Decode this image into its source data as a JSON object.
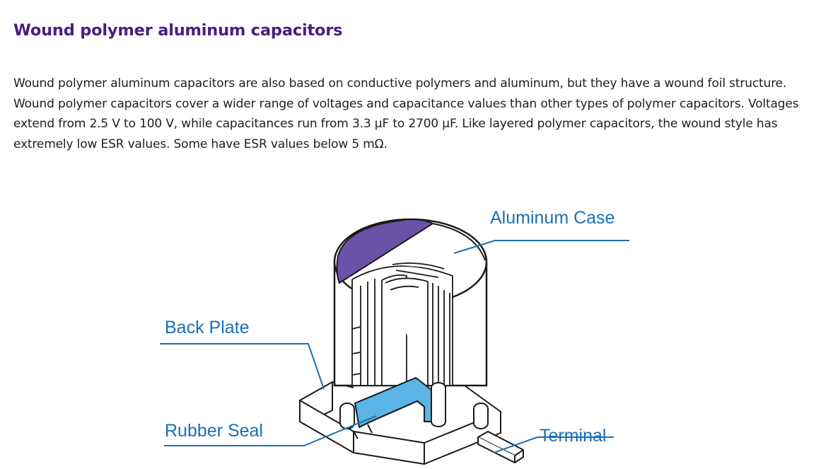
{
  "article": {
    "heading": "Wound polymer aluminum capacitors",
    "paragraph": "Wound polymer aluminum capacitors are also based on conductive polymers and aluminum, but they have a wound foil structure. Wound polymer capacitors cover a wider range of voltages and capacitance values than other types of polymer capacitors. Voltages extend from 2.5 V to 100 V, while capacitances run from 3.3 µF to 2700 µF. Like layered polymer capacitors, the wound style has extremely low ESR values. Some have ESR values below 5 mΩ."
  },
  "diagram": {
    "labels": {
      "aluminum_case": "Aluminum Case",
      "back_plate": "Back Plate",
      "rubber_seal": "Rubber Seal",
      "terminal": "Terminal"
    },
    "colors": {
      "label_text": "#1b6fb3",
      "leader_line": "#1b6fb3",
      "top_cap": "#6a52a8",
      "rubber_seal": "#5ab4e6",
      "outline": "#1a1a1a"
    }
  }
}
